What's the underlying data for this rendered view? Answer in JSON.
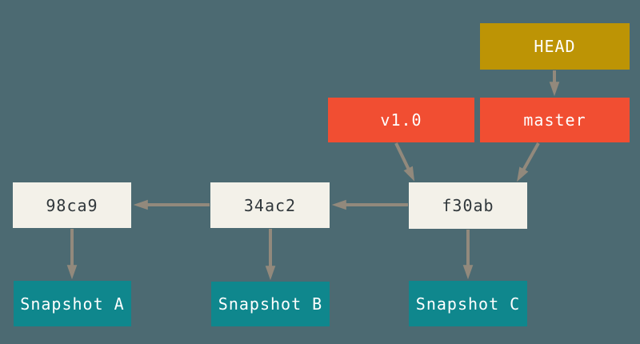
{
  "canvas": {
    "background": "#4C6A72"
  },
  "colors": {
    "background": "#4C6A72",
    "head_bg": "#BD9405",
    "ref_bg": "#F14E32",
    "ref_text": "#FFFFFF",
    "commit_bg": "#F3F1E9",
    "commit_text": "#30373B",
    "snapshot_bg": "#0F878D",
    "arrow": "#92897C"
  },
  "nodes": {
    "head": {
      "label": "HEAD"
    },
    "branch_master": {
      "label": "master"
    },
    "tag_v10": {
      "label": "v1.0"
    },
    "commits": [
      {
        "label": "98ca9"
      },
      {
        "label": "34ac2"
      },
      {
        "label": "f30ab"
      }
    ],
    "snapshots": [
      {
        "label": "Snapshot A"
      },
      {
        "label": "Snapshot B"
      },
      {
        "label": "Snapshot C"
      }
    ]
  },
  "edges": [
    {
      "from": "HEAD",
      "to": "master"
    },
    {
      "from": "master",
      "to": "f30ab"
    },
    {
      "from": "v1.0",
      "to": "f30ab"
    },
    {
      "from": "f30ab",
      "to": "34ac2"
    },
    {
      "from": "34ac2",
      "to": "98ca9"
    },
    {
      "from": "98ca9",
      "to": "Snapshot A"
    },
    {
      "from": "34ac2",
      "to": "Snapshot B"
    },
    {
      "from": "f30ab",
      "to": "Snapshot C"
    }
  ]
}
